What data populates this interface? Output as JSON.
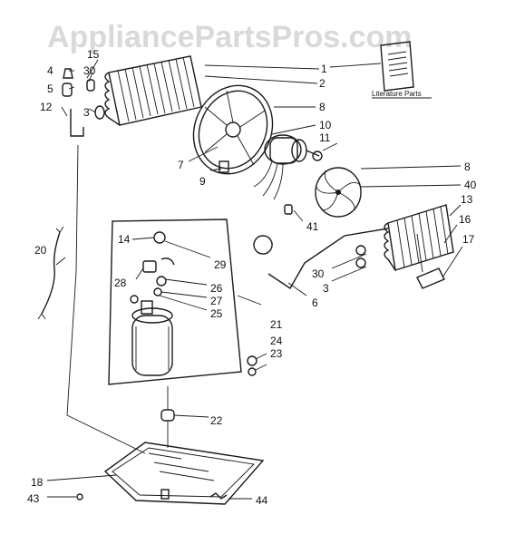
{
  "watermark": "AppliancePartsPros.com",
  "literature_label": "Literature Parts",
  "callouts": {
    "c1": "1",
    "c2": "2",
    "c3a": "3",
    "c3b": "3",
    "c4": "4",
    "c5": "5",
    "c6": "6",
    "c7": "7",
    "c8a": "8",
    "c8b": "8",
    "c9": "9",
    "c10": "10",
    "c11": "11",
    "c12": "12",
    "c13": "13",
    "c14": "14",
    "c15": "15",
    "c16": "16",
    "c17": "17",
    "c18": "18",
    "c20": "20",
    "c21": "21",
    "c22": "22",
    "c23": "23",
    "c24": "24",
    "c25": "25",
    "c26": "26",
    "c27": "27",
    "c28": "28",
    "c29": "29",
    "c30a": "30",
    "c30b": "30",
    "c40": "40",
    "c41": "41",
    "c43": "43",
    "c44": "44"
  }
}
